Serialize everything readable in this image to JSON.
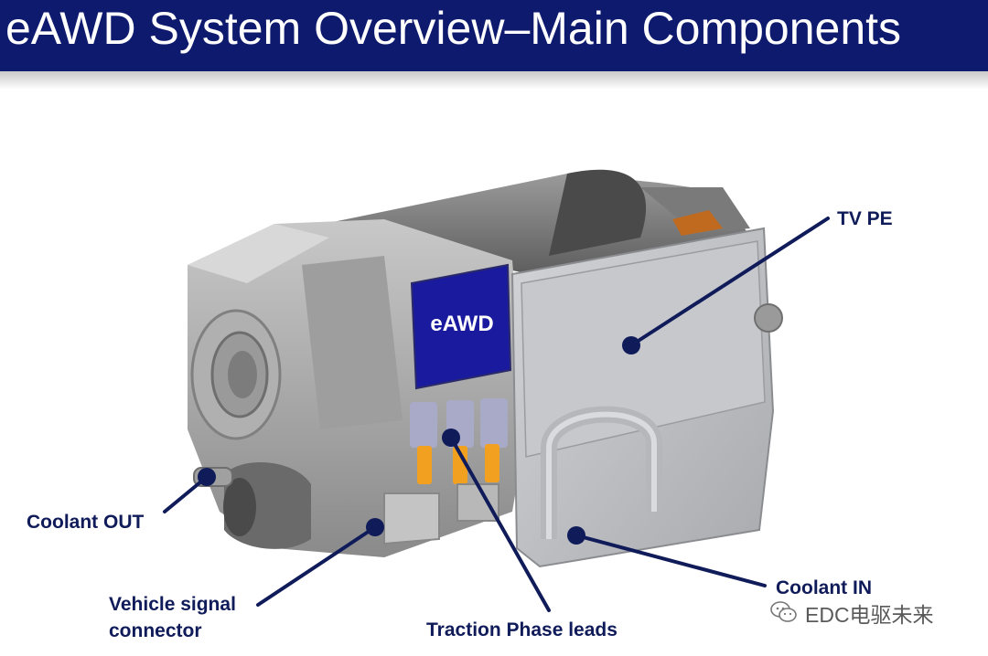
{
  "slide": {
    "title": "eAWD System Overview–Main Components"
  },
  "diagram": {
    "badge_text": "eAWD",
    "labels": {
      "tv_pe": "TV PE",
      "coolant_out": "Coolant OUT",
      "vehicle_signal_line1": "Vehicle signal",
      "vehicle_signal_line2": "connector",
      "traction_phase": "Traction Phase leads",
      "coolant_in": "Coolant IN"
    },
    "colors": {
      "title_bar": "#0d1a6e",
      "label_text": "#101b5a",
      "leader_line": "#101b5a",
      "badge": "#1a1a9e",
      "phase_leads": "#f2a020",
      "housing": "#a8a8a8"
    }
  },
  "watermark": {
    "icon": "wechat-icon",
    "text": "EDC电驱未来"
  }
}
